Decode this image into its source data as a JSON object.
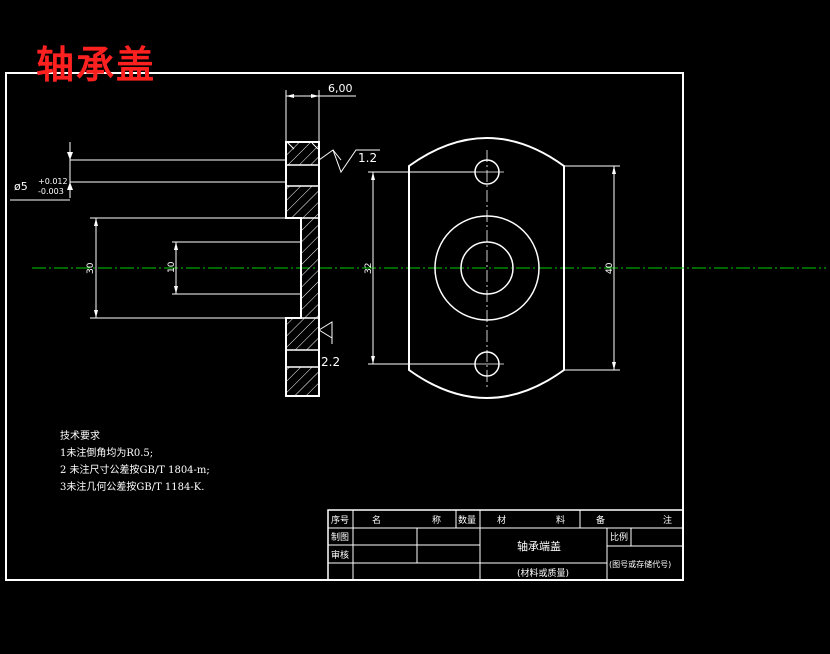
{
  "title": "轴承盖",
  "dimensions": {
    "width_top": "6,00",
    "roughness_1": "1.2",
    "roughness_2": "2.2",
    "bore_dia": "ø5",
    "bore_tol_upper": "+0.012",
    "bore_tol_lower": "-0.003",
    "dim_30": "30",
    "dim_10": "10",
    "dim_32": "32",
    "dim_40": "40"
  },
  "notes": {
    "heading": "技术要求",
    "items": [
      "1未注倒角均为R0.5;",
      "2 未注尺寸公差按GB/T 1804-m;",
      "3未注几何公差按GB/T 1184-K."
    ]
  },
  "title_block": {
    "headers": [
      "序号",
      "名",
      "称",
      "数量",
      "材",
      "料",
      "备",
      "注"
    ],
    "drawn_by": "制图",
    "checked_by": "审核",
    "part_name": "轴承端盖",
    "material_mass": "(材料或质量)",
    "scale_label": "比例",
    "drawing_no": "(图号或存储代号)"
  },
  "colors": {
    "background": "#000000",
    "lines": "#ffffff",
    "title": "#ff2020",
    "centerline": "#00cc00"
  }
}
